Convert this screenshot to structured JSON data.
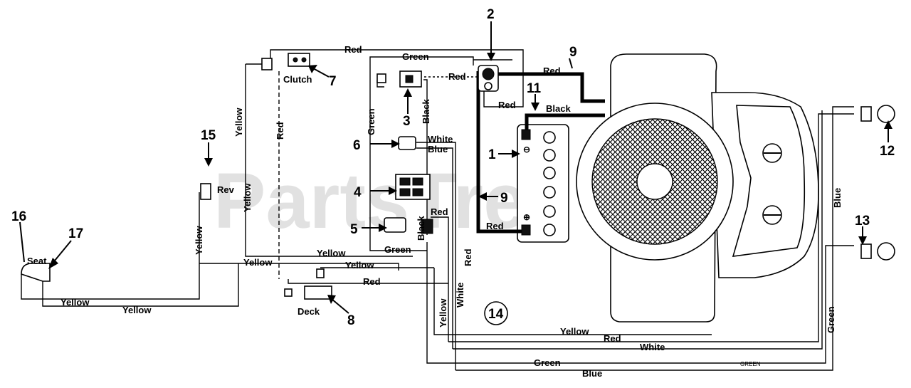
{
  "watermark": "PartsTree",
  "part_numbers": {
    "p1": "1",
    "p2": "2",
    "p3": "3",
    "p4": "4",
    "p5": "5",
    "p6": "6",
    "p7": "7",
    "p8": "8",
    "p9a": "9",
    "p9b": "9",
    "p11": "11",
    "p12": "12",
    "p13": "13",
    "p14": "14",
    "p15": "15",
    "p16": "16",
    "p17": "17"
  },
  "component_labels": {
    "clutch": "Clutch",
    "rev": "Rev",
    "seat": "Seat",
    "deck": "Deck"
  },
  "wire_labels": {
    "red_top": "Red",
    "green_top": "Green",
    "red_solenoid": "Red",
    "red_battery_top": "Red",
    "red_solenoid_bottom": "Red",
    "black_engine": "Black",
    "yellow_left_vertical": "Yellow",
    "red_left_vertical": "Red",
    "green_left_vertical": "Green",
    "black_key": "Black",
    "white_key": "White",
    "blue_key": "Blue",
    "black_center": "Black",
    "red_center": "Red",
    "red_center_vertical": "Red",
    "red_battery_bottom": "Red",
    "green_center": "Green",
    "yellow_mid1": "Yellow",
    "yellow_mid2": "Yellow",
    "yellow_mid3": "Yellow",
    "red_mid": "Red",
    "yellow_rev_vertical": "Yellow",
    "yellow_bottom1": "Yellow",
    "yellow_bottom2": "Yellow",
    "yellow_bottom_vertical": "Yellow",
    "white_bottom_vertical": "White",
    "yellow_bottom_run": "Yellow",
    "red_bottom_run": "Red",
    "white_bottom_run": "White",
    "green_bottom_run": "Green",
    "green_small": "GREEN",
    "blue_bottom_run": "Blue",
    "blue_right_vertical": "Blue",
    "green_right_vertical": "Green",
    "yellow_center_vertical": "Yellow"
  }
}
